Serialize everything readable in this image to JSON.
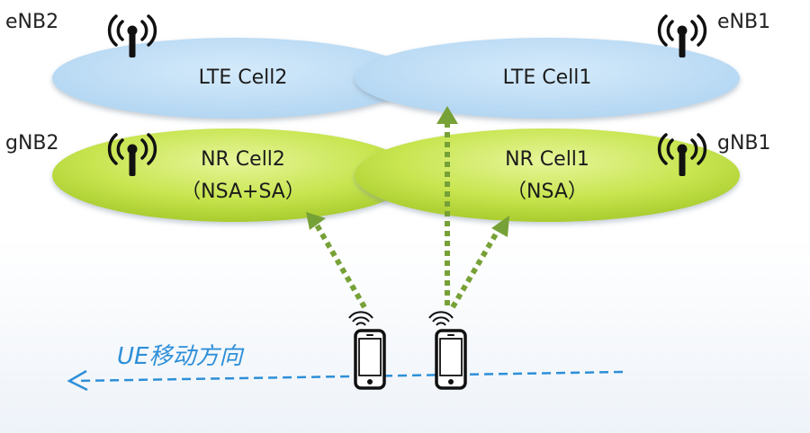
{
  "base_stations": {
    "enb2": "eNB2",
    "enb1": "eNB1",
    "gnb2": "gNB2",
    "gnb1": "gNB1"
  },
  "cells": {
    "lte_cell2": "LTE Cell2",
    "lte_cell1": "LTE Cell1",
    "nr_cell2_name": "NR Cell2",
    "nr_cell2_mode": "（NSA+SA）",
    "nr_cell1_name": "NR Cell1",
    "nr_cell1_mode": "（NSA）"
  },
  "ue_movement_label": "UE移动方向",
  "colors": {
    "lte_cell_fill": "#c3dff5",
    "nr_cell_fill": "#c4e34a",
    "link_arrow": "#76a137",
    "movement_arrow": "#2d8fd8",
    "antenna": "#111111"
  },
  "icons": {
    "antenna": "antenna-tower-icon",
    "phone": "mobile-phone-icon",
    "signal": "signal-waves-icon"
  }
}
